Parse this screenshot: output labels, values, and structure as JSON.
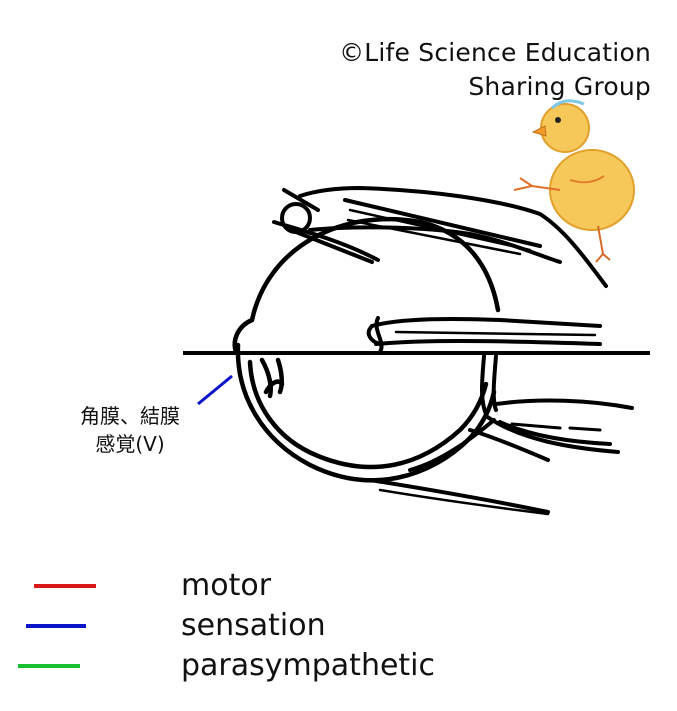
{
  "credit": {
    "line1": "©Life Science Education",
    "line2": "Sharing Group"
  },
  "nerve_label": {
    "line1": "角膜、結膜",
    "line2": "感覚(Ⅴ)",
    "color": "#0a14c8"
  },
  "legend": [
    {
      "label": "motor",
      "color": "#d81818"
    },
    {
      "label": "sensation",
      "color": "#0a14c8"
    },
    {
      "label": "parasympathetic",
      "color": "#18c030"
    }
  ]
}
